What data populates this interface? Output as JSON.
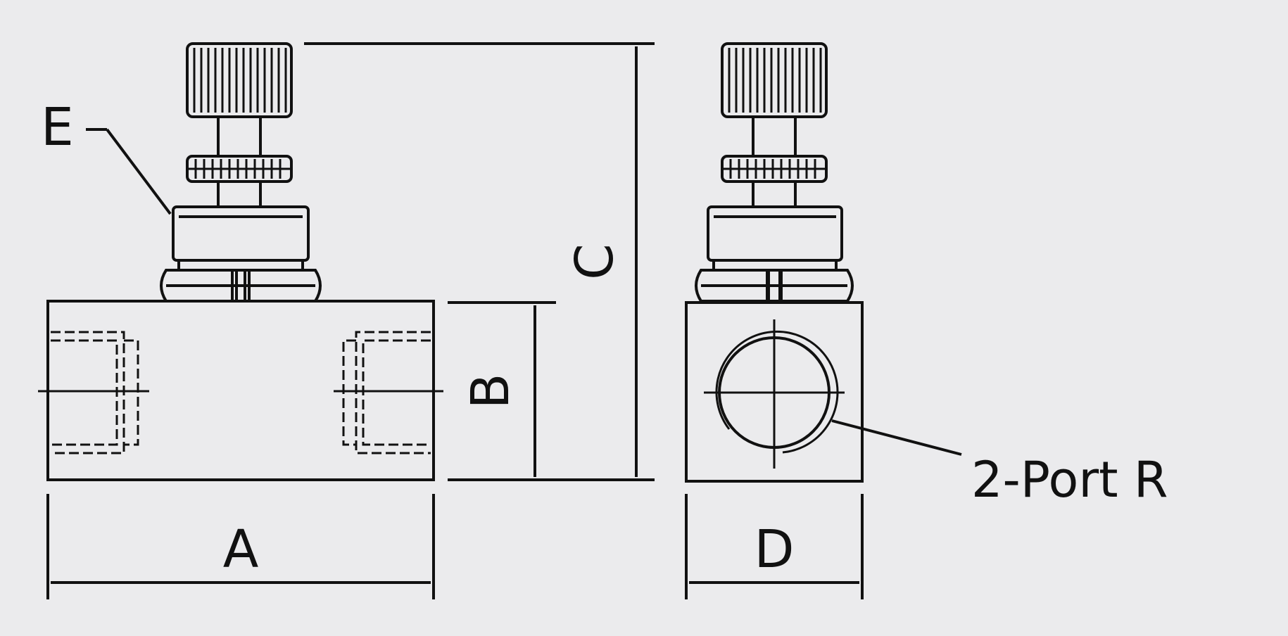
{
  "labels": {
    "A": "A",
    "B": "B",
    "C": "C",
    "D": "D",
    "E": "E",
    "port": "2-Port R"
  },
  "colors": {
    "paper": "#ebebed",
    "ink": "#111111"
  }
}
